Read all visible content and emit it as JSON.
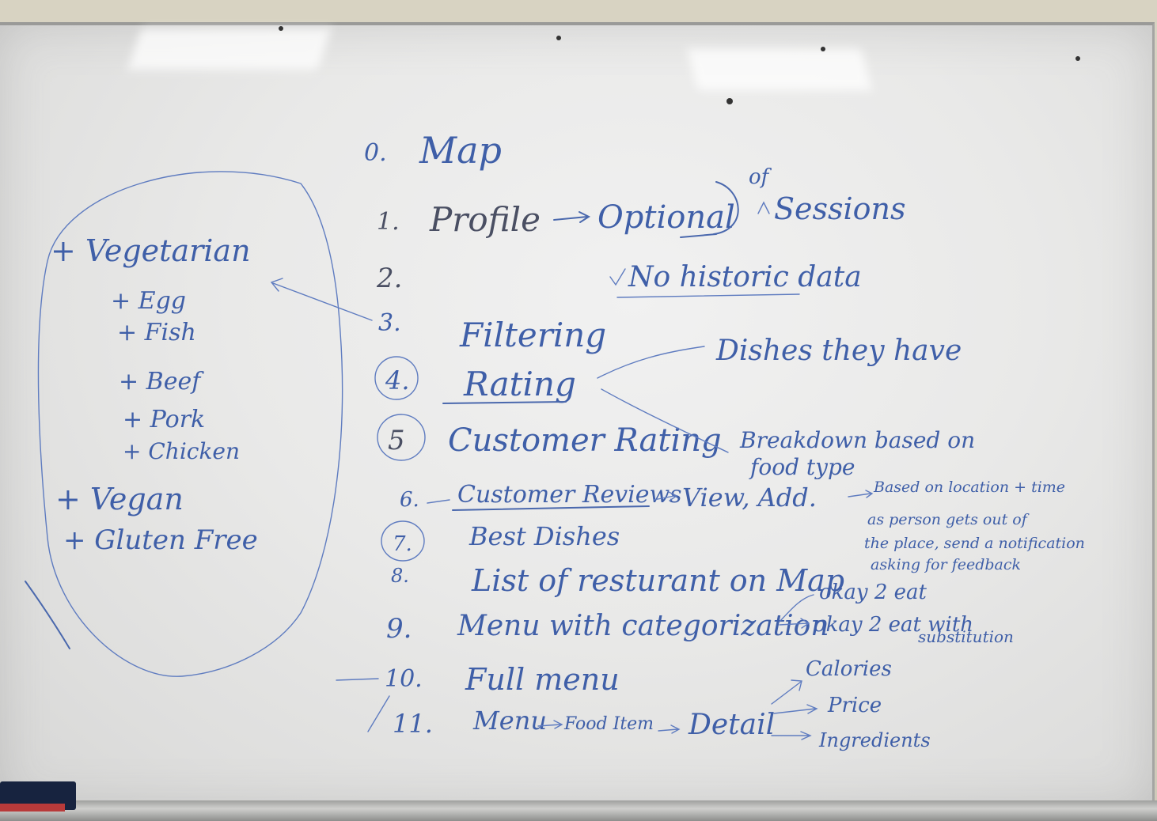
{
  "whiteboard": {
    "list": [
      {
        "number": "0.",
        "text": "Map"
      },
      {
        "number": "1.",
        "text": "Profile"
      },
      {
        "number": "2.",
        "text": ""
      },
      {
        "number": "3.",
        "text": "Filtering"
      },
      {
        "number": "4.",
        "text": "Rating"
      },
      {
        "number": "5",
        "text": "Customer Rating"
      },
      {
        "number": "6.",
        "text": "Customer Reviews"
      },
      {
        "number": "7.",
        "text": "Best Dishes"
      },
      {
        "number": "8.",
        "text": "List of resturant on Map"
      },
      {
        "number": "9.",
        "text": "Menu with categorization"
      },
      {
        "number": "10.",
        "text": "Full menu"
      },
      {
        "number": "11.",
        "text": "Menu"
      }
    ],
    "profile_note": {
      "optional": "Optional",
      "of": "of",
      "sessions": "Sessions",
      "no_historic": "No historic data"
    },
    "rating_notes": {
      "dishes": "Dishes they have",
      "breakdown_line1": "Breakdown based on",
      "breakdown_line2": "food type"
    },
    "reviews_note": {
      "view_add": "View, Add.",
      "feedback_line1": "Based on location + time",
      "feedback_line2": "as person gets out of",
      "feedback_line3": "the place, send a notification",
      "feedback_line4": "asking for feedback"
    },
    "menu_categories": {
      "okay1": "okay 2 eat",
      "okay2": "okay 2 eat with",
      "substitution": "substitution"
    },
    "detail_chain": {
      "food_item": "Food Item",
      "detail": "Detail",
      "calories": "Calories",
      "price": "Price",
      "ingredients": "Ingredients"
    },
    "diet_filters": {
      "vegetarian": "+ Vegetarian",
      "sub": [
        "+ Egg",
        "+ Fish",
        "+ Beef",
        "+ Pork",
        "+ Chicken"
      ],
      "vegan": "+ Vegan",
      "gluten_free": "+ Gluten Free"
    }
  }
}
